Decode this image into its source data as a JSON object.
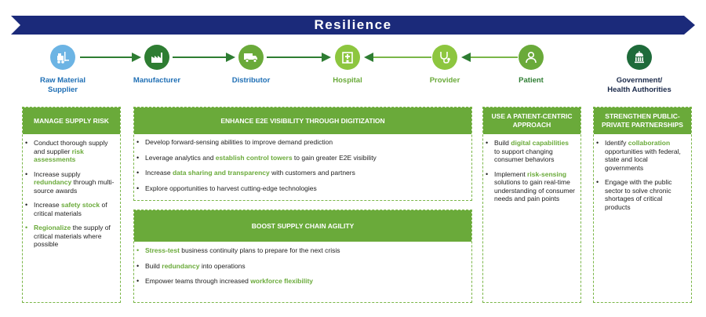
{
  "banner": {
    "title": "Resilience"
  },
  "colors": {
    "navy": "#1b2a7a",
    "green": "#6aaa3a",
    "dark_green": "#2e7d32",
    "light_blue": "#6cb4e4",
    "blue_label": "#1f6fb5"
  },
  "nodes": [
    {
      "label": "Raw Material\nSupplier",
      "icon": "forklift-icon"
    },
    {
      "label": "Manufacturer",
      "icon": "factory-icon"
    },
    {
      "label": "Distributor",
      "icon": "truck-icon"
    },
    {
      "label": "Hospital",
      "icon": "hospital-icon"
    },
    {
      "label": "Provider",
      "icon": "stethoscope-icon"
    },
    {
      "label": "Patient",
      "icon": "person-icon"
    },
    {
      "label": "Government/\nHealth Authorities",
      "icon": "government-icon"
    }
  ],
  "boxes": {
    "supply_risk": {
      "header": "MANAGE SUPPLY RISK",
      "items": [
        [
          {
            "t": "Conduct thorough supply and supplier "
          },
          {
            "t": "risk assessments",
            "h": true
          }
        ],
        [
          {
            "t": "Increase supply "
          },
          {
            "t": "redundancy",
            "h": true
          },
          {
            "t": " through multi-source awards"
          }
        ],
        [
          {
            "t": "Increase "
          },
          {
            "t": "safety stock",
            "h": true
          },
          {
            "t": " of critical materials"
          }
        ],
        [
          {
            "t": "Regionalize",
            "h": true
          },
          {
            "t": " the supply of critical materials where possible"
          }
        ]
      ]
    },
    "visibility": {
      "header": "ENHANCE E2E VISIBILITY THROUGH DIGITIZATION",
      "items": [
        [
          {
            "t": "Develop forward-sensing abilities to improve demand prediction"
          }
        ],
        [
          {
            "t": "Leverage analytics and "
          },
          {
            "t": "establish control towers",
            "h": true
          },
          {
            "t": " to gain greater E2E visibility"
          }
        ],
        [
          {
            "t": "Increase "
          },
          {
            "t": "data sharing and transparency",
            "h": true
          },
          {
            "t": " with customers and partners"
          }
        ],
        [
          {
            "t": "Explore opportunities to harvest cutting-edge technologies"
          }
        ]
      ]
    },
    "agility": {
      "header": "BOOST SUPPLY CHAIN AGILITY",
      "items": [
        [
          {
            "t": "Stress-test",
            "h": true
          },
          {
            "t": " business continuity plans to prepare for the next crisis"
          }
        ],
        [
          {
            "t": "Build "
          },
          {
            "t": "redundancy",
            "h": true
          },
          {
            "t": " into operations"
          }
        ],
        [
          {
            "t": "Empower teams through increased "
          },
          {
            "t": "workforce flexibility",
            "h": true
          }
        ]
      ]
    },
    "patient_centric": {
      "header": "USE A PATIENT-CENTRIC APPROACH",
      "items": [
        [
          {
            "t": "Build "
          },
          {
            "t": "digital capabilities",
            "h": true
          },
          {
            "t": " to support changing consumer behaviors"
          }
        ],
        [
          {
            "t": "Implement "
          },
          {
            "t": "risk-sensing",
            "h": true
          },
          {
            "t": " solutions to gain real-time understanding of consumer needs and pain points"
          }
        ]
      ]
    },
    "partnerships": {
      "header": "STRENGTHEN PUBLIC-PRIVATE PARTNERSHIPS",
      "items": [
        [
          {
            "t": "Identify "
          },
          {
            "t": "collaboration",
            "h": true
          },
          {
            "t": " opportunities with federal, state and local governments"
          }
        ],
        [
          {
            "t": "Engage with the public sector to solve chronic shortages of critical products"
          }
        ]
      ]
    }
  }
}
